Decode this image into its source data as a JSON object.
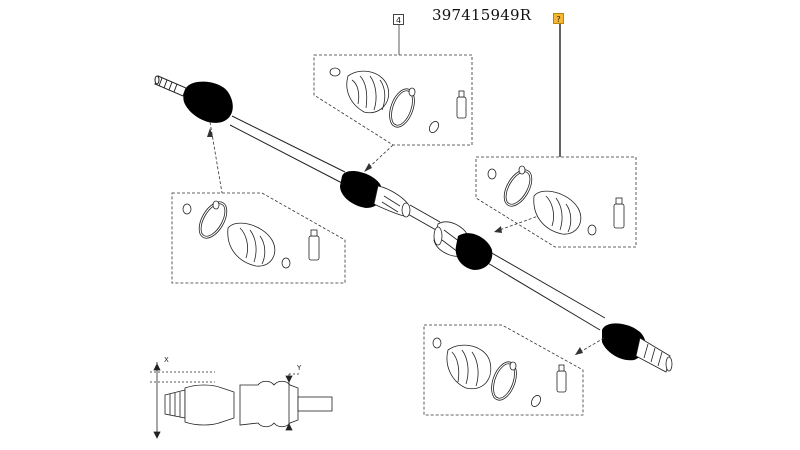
{
  "part_number": "397415949R",
  "callouts": {
    "kit_label": "4",
    "highlight_label": "?"
  },
  "dimension_labels": {
    "x": "X",
    "y": "Y"
  },
  "colors": {
    "highlight_fill": "#f5b731",
    "line": "#222222",
    "boot_fill": "#000000"
  }
}
